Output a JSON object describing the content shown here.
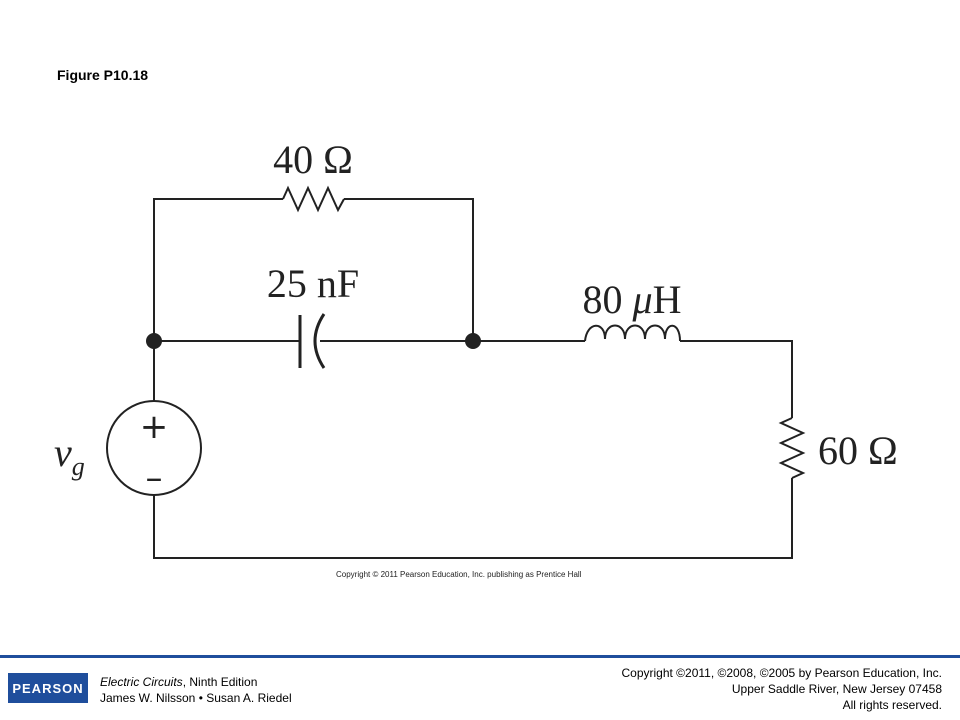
{
  "figure": {
    "title": "Figure P10.18",
    "copyright": "Copyright © 2011 Pearson Education, Inc. publishing as Prentice Hall"
  },
  "circuit": {
    "components": [
      {
        "type": "voltage-source",
        "label_main": "v",
        "label_sub": "g",
        "polarity_plus": "+",
        "polarity_minus": "–"
      },
      {
        "type": "resistor",
        "label": "40 Ω"
      },
      {
        "type": "capacitor",
        "label": "25 nF"
      },
      {
        "type": "inductor",
        "label_value": "80 ",
        "label_mu": "μ",
        "label_unit": "H"
      },
      {
        "type": "resistor",
        "label": "60 Ω"
      }
    ]
  },
  "footer": {
    "logo": "PEARSON",
    "book_title": "Electric Circuits",
    "book_edition": ", Ninth Edition",
    "authors": "James W. Nilsson • Susan A. Riedel",
    "copyright_line1": "Copyright ©2011, ©2008, ©2005 by Pearson Education, Inc.",
    "copyright_line2": "Upper Saddle River, New Jersey 07458",
    "copyright_line3": "All rights reserved.",
    "accent_color": "#1f4e9c"
  }
}
